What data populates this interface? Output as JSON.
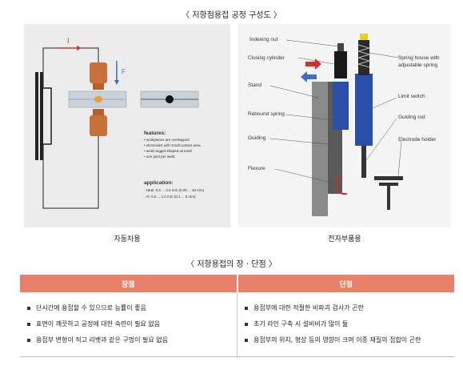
{
  "diagram_title": "〈 저항점용접 공정 구성도 〉",
  "left_diagram": {
    "current_label": "I",
    "force_label": "F",
    "features_title": "features:",
    "features": [
      "• workpieces are overlapped",
      "• electrodes with small contact area",
      "• weld nugget shaped as lentil",
      "• one joint per weld"
    ],
    "application_title": "application:",
    "application": [
      "- steel:  0.5 ... 3.0 mm (0.05 ... 30 mm)",
      "- Al:       0.5 ... 2.0 mm (0.1 ... 5 mm)"
    ],
    "caption": "자동차용"
  },
  "right_diagram": {
    "labels": {
      "indexing_nut": "Indexing nut",
      "closing_cylinder": "Closing cylinder",
      "stand": "Stand",
      "rebound_spring": "Rebound spring",
      "guiding": "Guiding",
      "flexure": "Flexure",
      "spring_house_1": "Spring house with",
      "spring_house_2": "adjustable spring",
      "limit_switch": "Limit switch",
      "guiding_rod": "Guiding rod",
      "electrode_holder": "Electrode holder"
    },
    "caption": "전자부품용"
  },
  "table_title": "〈 저항용접의 장 · 단점 〉",
  "table": {
    "pros_header": "장점",
    "cons_header": "단점",
    "pros": [
      "단시간에 용접할 수 있으므로 능률이 좋음",
      "표면이 깨끗하고 공정에 대한 숙련이 필요 없음",
      "용접부 변형이 적고 리벳과 같은 구멍이 필요 없음"
    ],
    "cons": [
      "용접부에 대한 적절한 비파괴 검사가 곤란",
      "초기 라인 구축 시 설비비가 많이 듦",
      "용접부의 위치, 형상 등의 영향이 크며 이종 재질의 접합이 곤란"
    ]
  },
  "colors": {
    "header_bg": "#e8806a",
    "electrode": "#c8703a",
    "accent_red": "#d43030",
    "accent_blue": "#3a6fc4"
  }
}
